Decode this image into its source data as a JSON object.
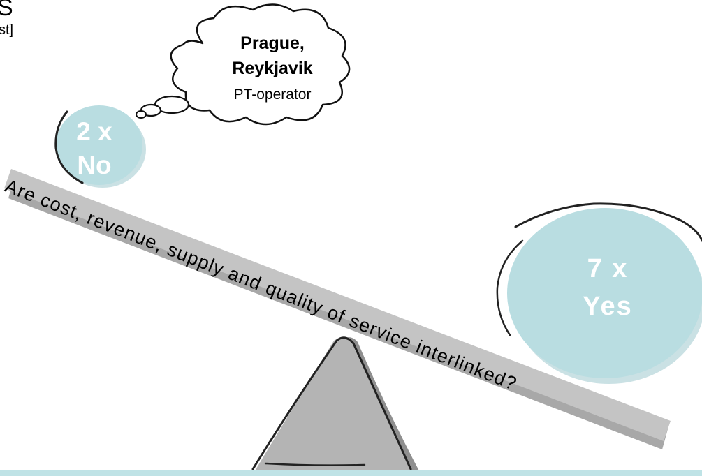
{
  "header": {
    "title_fragment": "S",
    "subtitle_fragment": "st]"
  },
  "thought_bubble": {
    "line1": "Prague,",
    "line2": "Reykjavik",
    "line3": "PT-operator"
  },
  "seesaw": {
    "question": "Are cost, revenue, supply and quality of service interlinked?",
    "no_ball": {
      "count": "2 x",
      "label": "No"
    },
    "yes_ball": {
      "count": "7 x",
      "label": "Yes"
    }
  },
  "colors": {
    "ball_fill": "#b9dde1",
    "plank_fill": "#c4c4c4",
    "fulcrum_fill": "#b4b4b4",
    "fulcrum_shadow": "#8f8f8f",
    "band": "#bfe3e6"
  }
}
